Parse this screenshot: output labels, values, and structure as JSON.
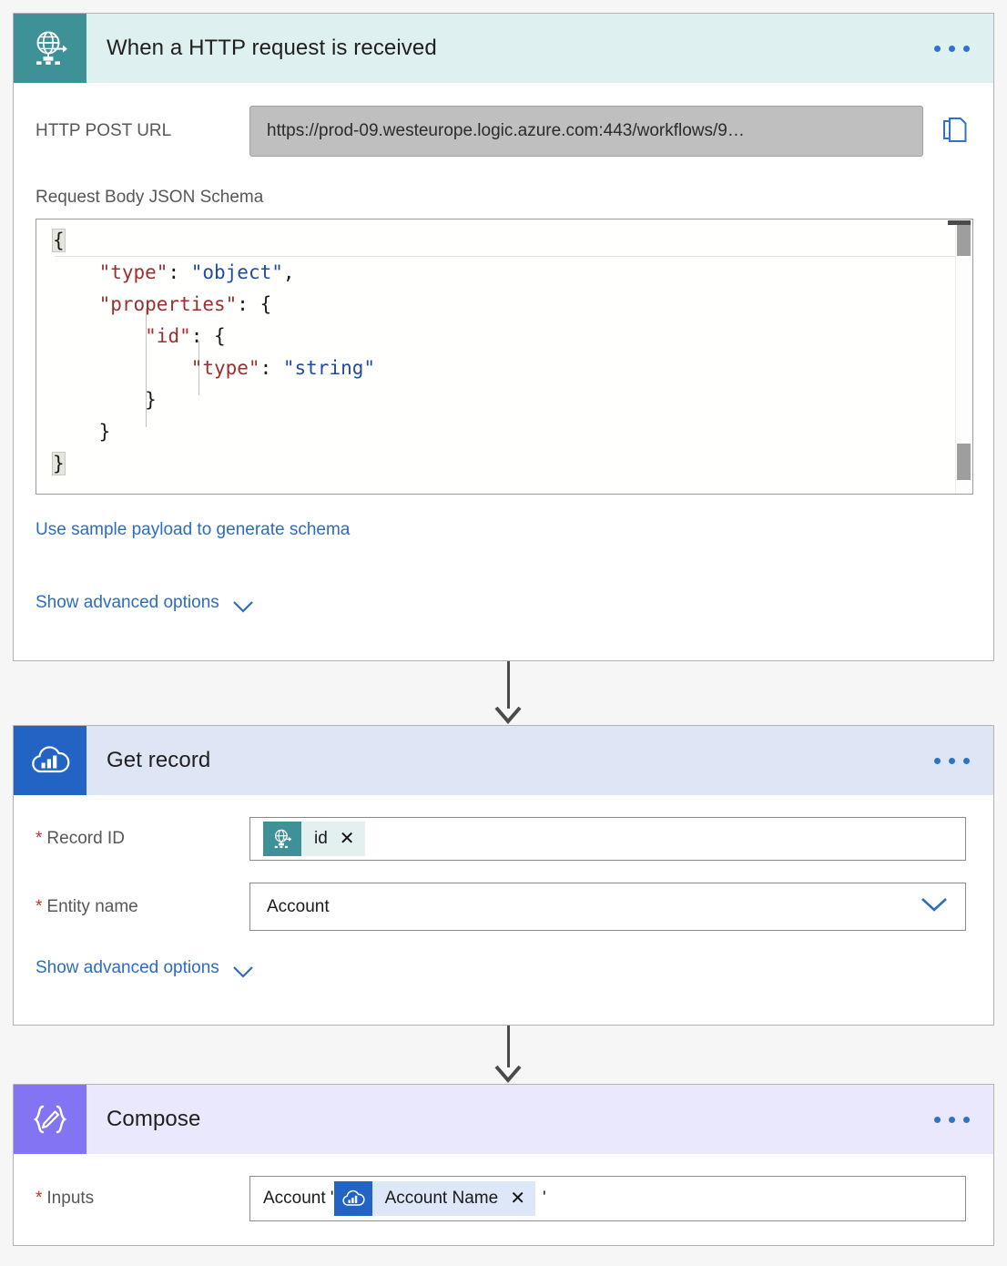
{
  "workflow": {
    "steps": [
      {
        "id": "http-trigger",
        "title": "When a HTTP request is received",
        "icon": "globe-arrow-icon",
        "header_bg": "#def0ef",
        "icon_bg": "#3e9197",
        "menu_label": "...",
        "fields": {
          "url_label": "HTTP POST URL",
          "url_value": "https://prod-09.westeurope.logic.azure.com:443/workflows/9…",
          "copy_icon": "copy-icon",
          "schema_label": "Request Body JSON Schema",
          "schema_code_lines": [
            "{",
            "    \"type\": \"object\",",
            "    \"properties\": {",
            "        \"id\": {",
            "            \"type\": \"string\"",
            "        }",
            "    }",
            "}"
          ],
          "sample_payload_link": "Use sample payload to generate schema",
          "advanced_link": "Show advanced options"
        }
      },
      {
        "id": "get-record",
        "title": "Get record",
        "icon": "cloud-chart-icon",
        "header_bg": "#dee6f5",
        "icon_bg": "#2264c4",
        "menu_label": "...",
        "fields": {
          "record_id_label": "Record ID",
          "record_id_token": "id",
          "record_id_token_icon": "globe-arrow-icon",
          "entity_label": "Entity name",
          "entity_value": "Account",
          "advanced_link": "Show advanced options"
        }
      },
      {
        "id": "compose",
        "title": "Compose",
        "icon": "braces-pencil-icon",
        "header_bg": "#eae8fd",
        "icon_bg": "#8374f4",
        "menu_label": "...",
        "fields": {
          "inputs_label": "Inputs",
          "inputs_prefix": "Account '",
          "inputs_token": "Account Name",
          "inputs_token_icon": "cloud-chart-icon",
          "inputs_suffix": "'"
        }
      }
    ],
    "required_marker": "*",
    "token_remove": "✕",
    "colors": {
      "link": "#2b6cc4",
      "required": "#c3372b",
      "json_key": "#9c2f2f",
      "json_value": "#1f4ba5",
      "connector": "#4a4a4a",
      "page_bg": "#f6f6f6"
    }
  }
}
